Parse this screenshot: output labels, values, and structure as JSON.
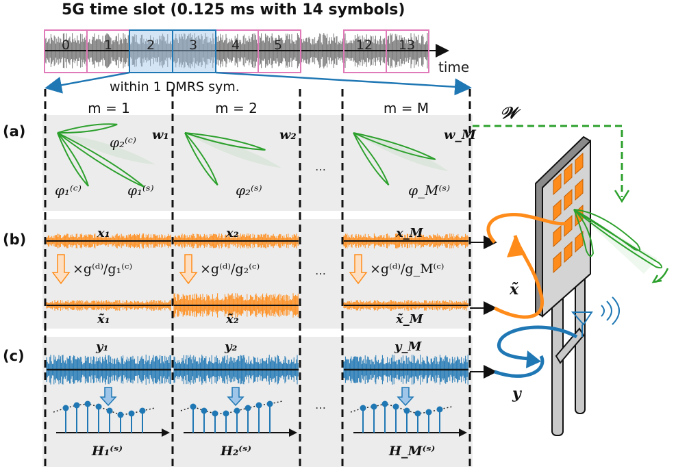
{
  "title": "5G time slot (0.125 ms with 14 symbols)",
  "slots": {
    "labels": [
      "0",
      "1",
      "2",
      "3",
      "4",
      "5",
      "...",
      "12",
      "13"
    ],
    "time_label": "time"
  },
  "within_label": "within 1 DMRS sym.",
  "columns": [
    "m = 1",
    "m = 2",
    "m = M"
  ],
  "ellipsis": "…",
  "rows": {
    "a": "(a)",
    "b": "(b)",
    "c": "(c)"
  },
  "row_a": {
    "w1": "w₁",
    "w2": "w₂",
    "wM": "w_M",
    "phi2c": "φ₂⁽ᶜ⁾",
    "phi1c": "φ₁⁽ᶜ⁾",
    "phi1s": "φ₁⁽ˢ⁾",
    "phi2s": "φ₂⁽ˢ⁾",
    "phiMs": "φ_M⁽ˢ⁾"
  },
  "row_b": {
    "x1": "x₁",
    "x2": "x₂",
    "xM": "x_M",
    "scale1": "×g⁽ᵈ⁾/g₁⁽ᶜ⁾",
    "scale2": "×g⁽ᵈ⁾/g₂⁽ᶜ⁾",
    "scaleM": "×g⁽ᵈ⁾/g_M⁽ᶜ⁾",
    "xt1": "x̃₁",
    "xt2": "x̃₂",
    "xtM": "x̃_M"
  },
  "row_c": {
    "y1": "y₁",
    "y2": "y₂",
    "yM": "y_M",
    "H1": "H₁⁽ˢ⁾",
    "H2": "H₂⁽ˢ⁾",
    "HM": "H_M⁽ˢ⁾"
  },
  "side": {
    "w": "𝒲",
    "xt": "x̃",
    "y": "y"
  },
  "colors": {
    "green": "#2ca02c",
    "orange": "#ff8c1a",
    "blue": "#1f77b4",
    "pink": "#e07ab8",
    "band": "#ececec"
  }
}
